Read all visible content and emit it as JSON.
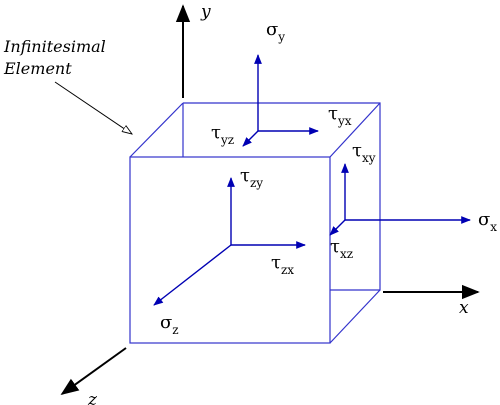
{
  "diagram": {
    "callout": {
      "line1": "Infinitesimal",
      "line2": "Element"
    },
    "axes": {
      "x": "x",
      "y": "y",
      "z": "z"
    },
    "stresses": {
      "sigma_y": {
        "symbol": "σ",
        "sub": "y"
      },
      "sigma_x": {
        "symbol": "σ",
        "sub": "x"
      },
      "sigma_z": {
        "symbol": "σ",
        "sub": "z"
      },
      "tau_yx": {
        "symbol": "τ",
        "sub": "yx"
      },
      "tau_yz": {
        "symbol": "τ",
        "sub": "yz"
      },
      "tau_xy": {
        "symbol": "τ",
        "sub": "xy"
      },
      "tau_xz": {
        "symbol": "τ",
        "sub": "xz"
      },
      "tau_zy": {
        "symbol": "τ",
        "sub": "zy"
      },
      "tau_zx": {
        "symbol": "τ",
        "sub": "zx"
      }
    },
    "colors": {
      "cube": "#3333cc",
      "stress_arrow": "#0000b3",
      "axis": "#000000"
    }
  }
}
